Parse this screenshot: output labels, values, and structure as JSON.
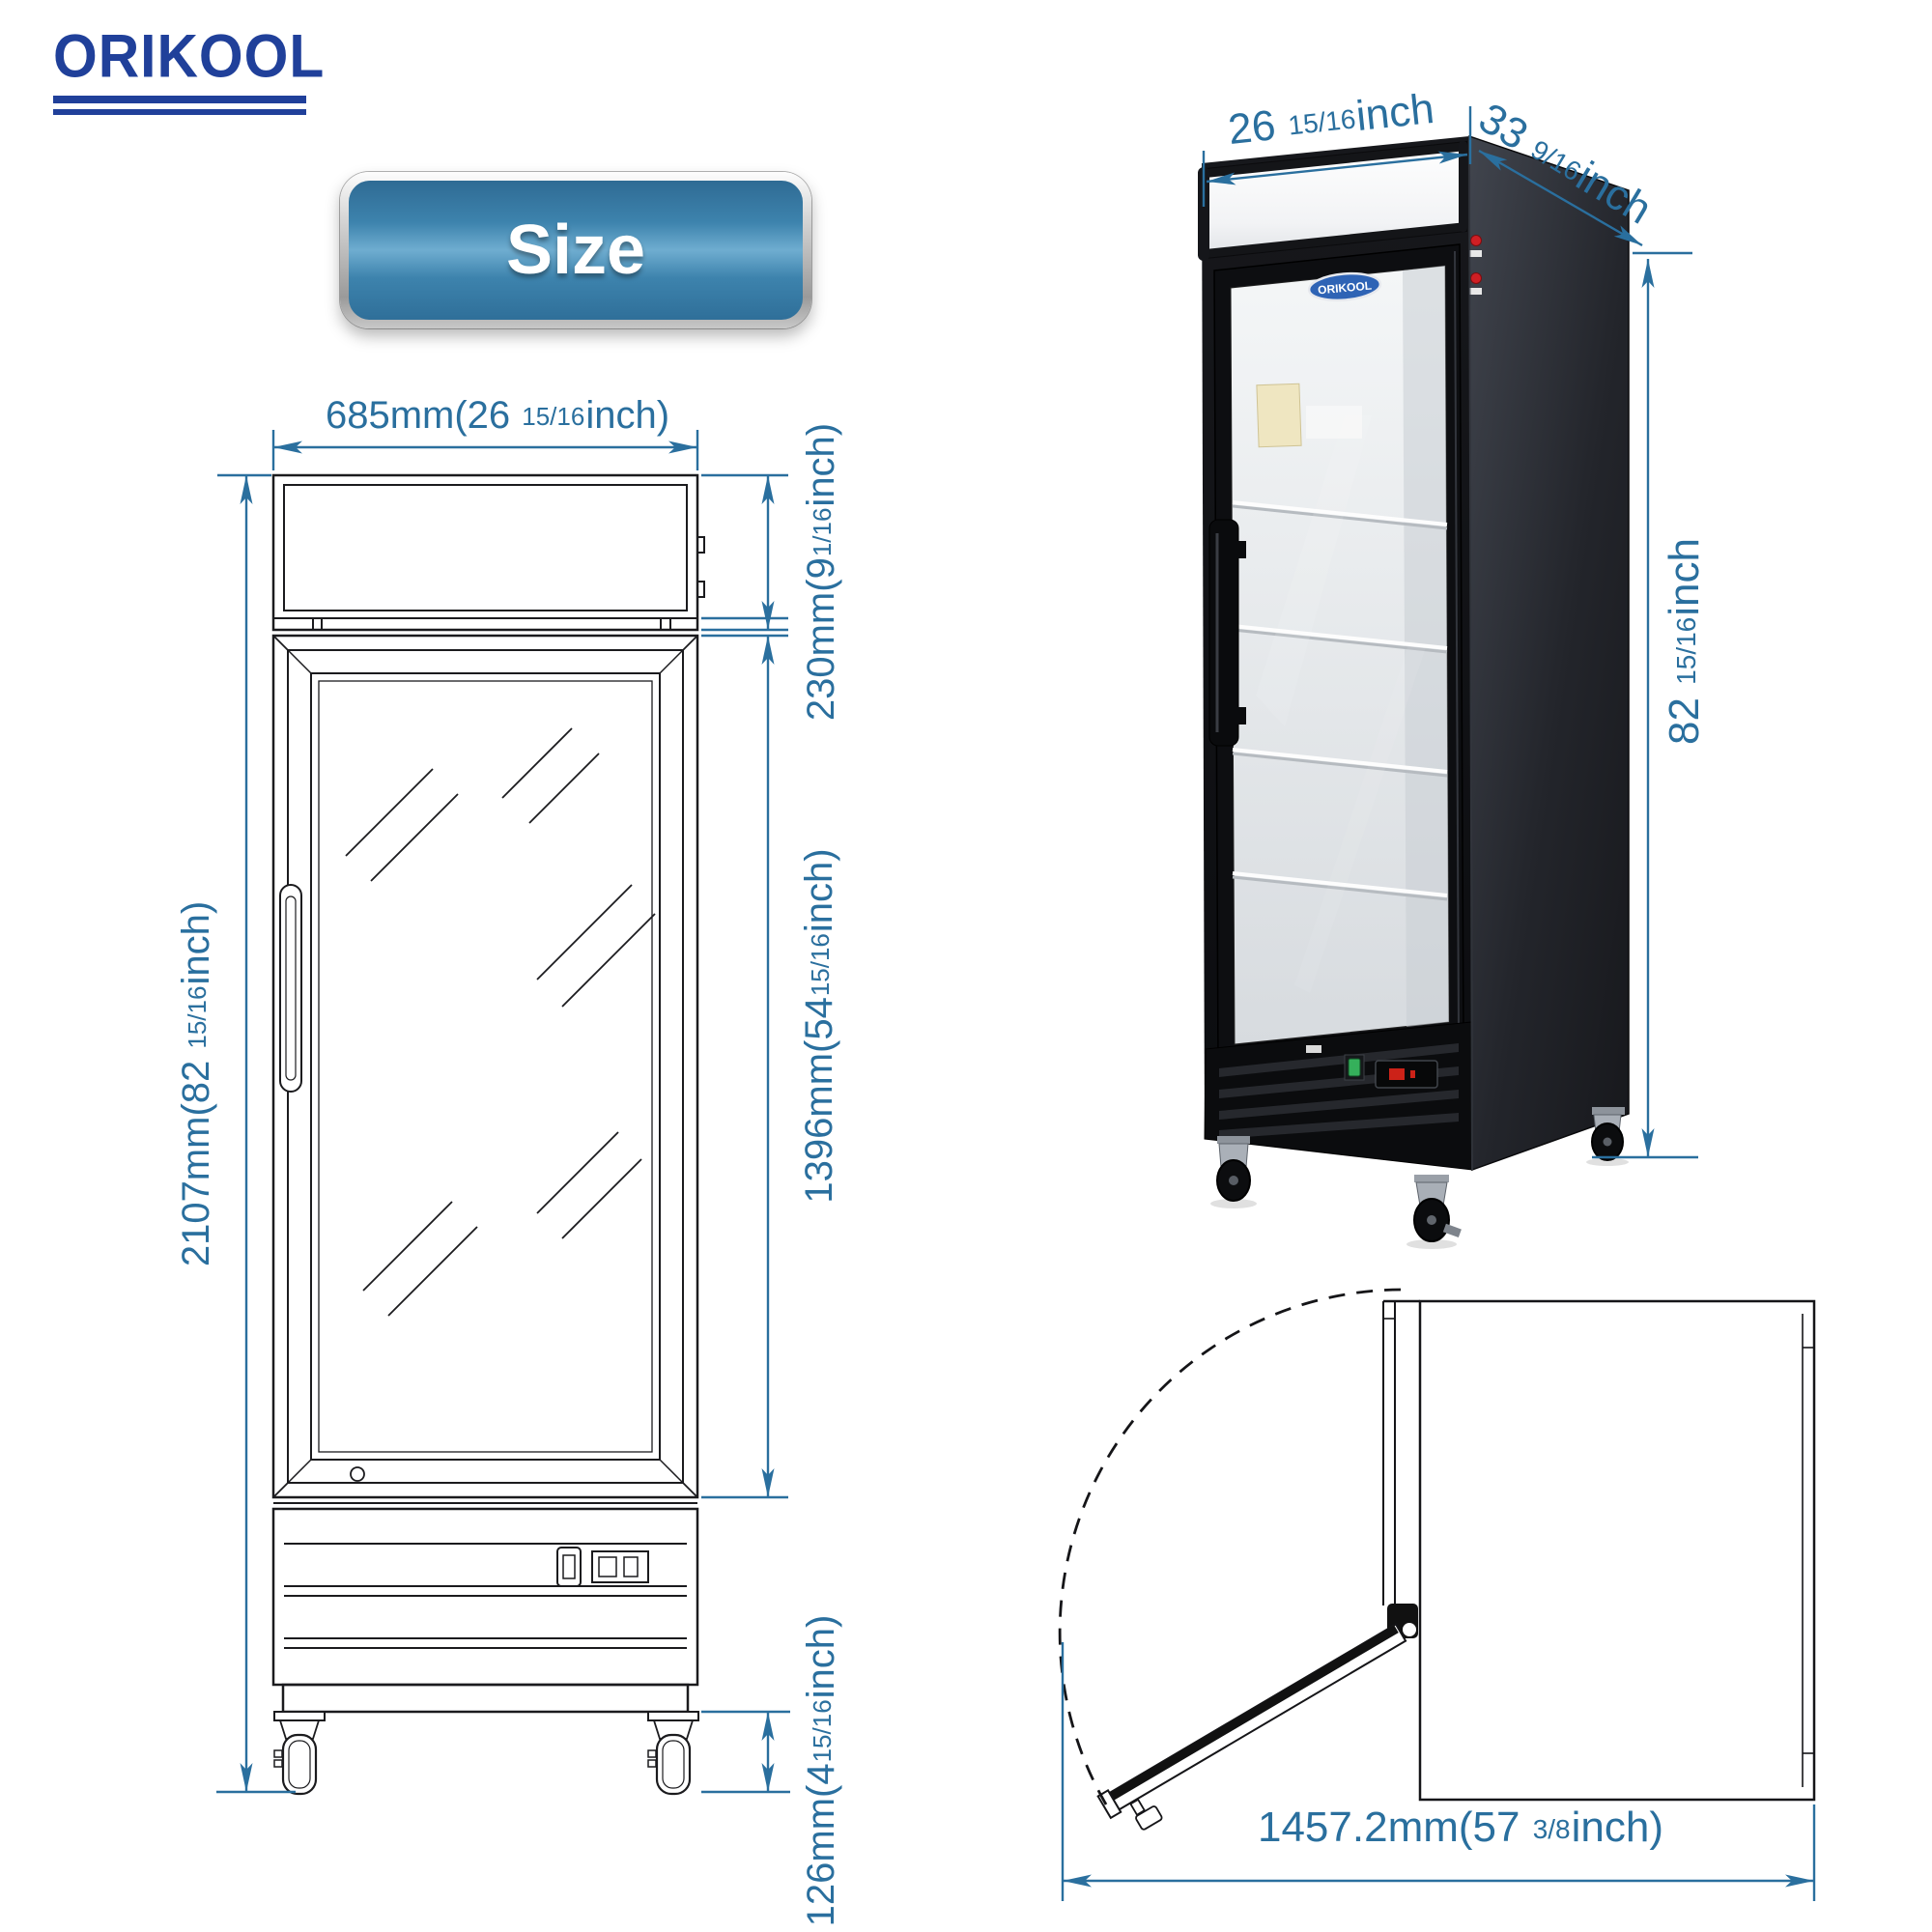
{
  "brand": {
    "logo": "ORIKOOL"
  },
  "size_badge": {
    "label": "Size"
  },
  "colors": {
    "dimension_blue": "#2a6f9e",
    "logo_blue": "#20409a",
    "badge_blue": "#3d83ad",
    "drawing_stroke": "#1b1b1e"
  },
  "front_view": {
    "width": {
      "pre": "685mm(26 ",
      "frac": "15/16",
      "post": "inch)"
    },
    "header_height": {
      "pre": "230mm(9",
      "frac": "1/16",
      "post": "inch)"
    },
    "total_height": {
      "pre": "2107mm(82 ",
      "frac": "15/16",
      "post": "inch)"
    },
    "door_height": {
      "pre": "1396mm(54",
      "frac": "15/16",
      "post": "inch)"
    },
    "base_height": {
      "pre": "126mm(4",
      "frac": "15/16",
      "post": "inch)"
    }
  },
  "photo_view": {
    "door_badge": "ORIKOOL",
    "width": {
      "pre": "26 ",
      "frac": "15/16",
      "post": "inch"
    },
    "depth": {
      "pre": "33 ",
      "frac": "9/16",
      "post": "inch"
    },
    "height": {
      "pre": "82 ",
      "frac": "15/16",
      "post": "inch"
    }
  },
  "top_view": {
    "swing_width": {
      "pre": "1457.2mm(57 ",
      "frac": "3/8",
      "post": "inch)"
    }
  }
}
